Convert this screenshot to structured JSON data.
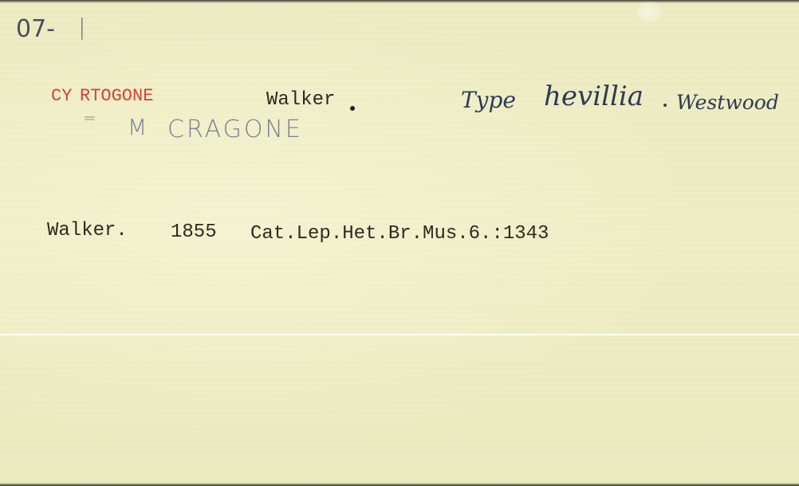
{
  "card": {
    "index_number": "07-",
    "genus_prefix": "CY",
    "genus_rest": "RTOGONE",
    "genus_author": "Walker",
    "type_label": "Type",
    "type_species": "hevillia",
    "type_author": "Westwood",
    "synonym_sign": "=",
    "synonym_letter": "M",
    "synonym_name": "CRAGONE",
    "citation": {
      "author": "Walker.",
      "year": "1855",
      "reference": "Cat.Lep.Het.Br.Mus.6.:1343"
    }
  }
}
